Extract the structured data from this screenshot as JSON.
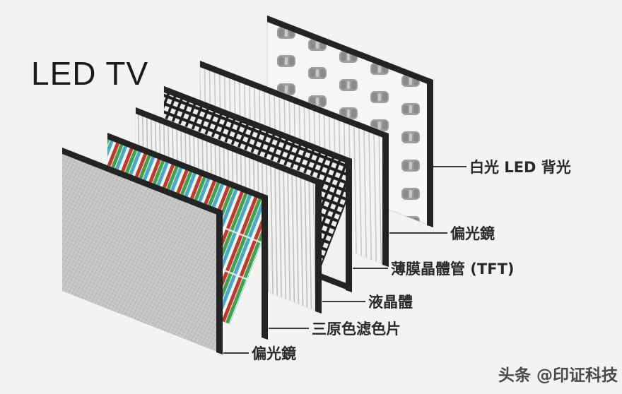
{
  "diagram": {
    "title": "LED TV",
    "subject": "LED TV panel exploded layer structure",
    "background_color": "#f3f3f2",
    "ink_color": "#2a2a2a",
    "watermark": "头条 @印证科技",
    "labels": [
      {
        "id": "backlight",
        "text": "白光 LED 背光",
        "meaning": "White LED backlight",
        "order": 1
      },
      {
        "id": "rear-polarizer",
        "text": "偏光鏡",
        "meaning": "Polarizer (rear)",
        "order": 2
      },
      {
        "id": "tft",
        "text": "薄膜晶體管 (TFT)",
        "meaning": "Thin film transistor",
        "order": 3
      },
      {
        "id": "liquid-crystal",
        "text": "液晶體",
        "meaning": "Liquid crystal",
        "order": 4
      },
      {
        "id": "color-filter",
        "text": "三原色滤色片",
        "meaning": "RGB three primary color filter",
        "order": 5
      },
      {
        "id": "front-polarizer",
        "text": "偏光鏡",
        "meaning": "Polarizer (front)",
        "order": 6
      }
    ],
    "layers": [
      {
        "id": "front-polarizer",
        "name": "front-polarizer-panel",
        "fill": "#c9c9c9",
        "texture": "diagonal-crosshatch",
        "edge_color": "#1c1c1c"
      },
      {
        "id": "color-filter",
        "name": "rgb-color-filter-panel",
        "texture": "vertical-rgb-stripes",
        "stripe_colors": [
          "#c0392b",
          "#3fa34d",
          "#49a8c9"
        ],
        "edge_color": "#1c1c1c"
      },
      {
        "id": "liquid-crystal",
        "name": "liquid-crystal-panel",
        "fill": "#f0f0ef",
        "texture": "fine-vertical-lines",
        "edge_color": "#1c1c1c"
      },
      {
        "id": "tft",
        "name": "tft-panel",
        "fill": "#efefee",
        "texture": "dense-dark-mesh-grid",
        "edge_color": "#1c1c1c"
      },
      {
        "id": "rear-polarizer",
        "name": "rear-polarizer-panel",
        "fill": "#f1f1f0",
        "texture": "fine-vertical-lines",
        "edge_color": "#1c1c1c"
      },
      {
        "id": "backlight",
        "name": "led-backlight-panel",
        "fill": "#f2f2f1",
        "texture": "led-capsule-array",
        "capsule_color": "#9d9d9d",
        "capsule_rows": 9,
        "capsule_cols": 5,
        "edge_color": "#1c1c1c"
      }
    ]
  }
}
